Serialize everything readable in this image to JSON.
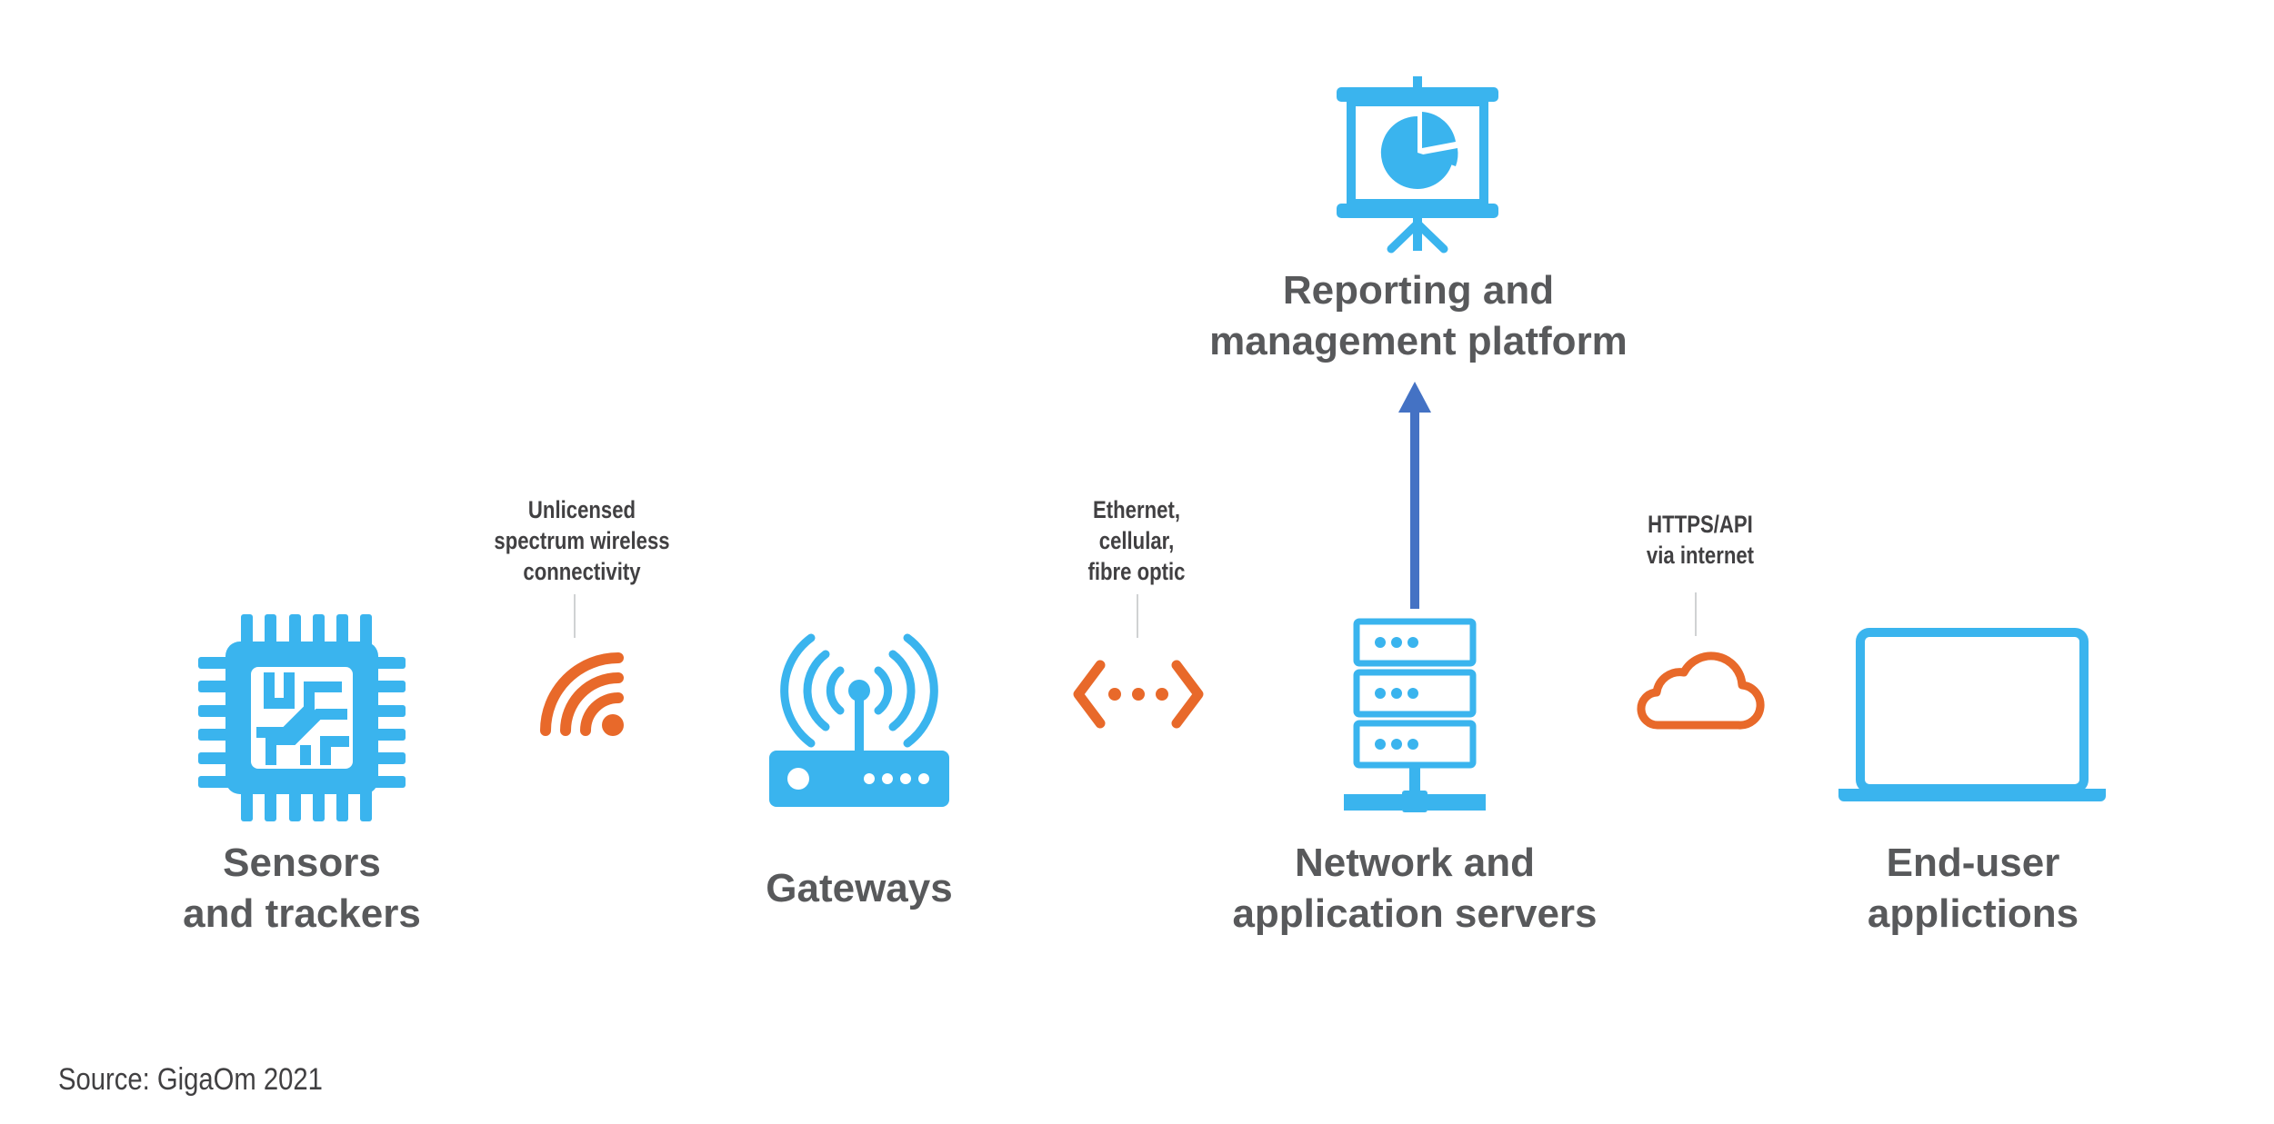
{
  "colors": {
    "icon_blue": "#3ab4ee",
    "connector_orange": "#e8692a",
    "arrow_blue": "#4472c4",
    "label_gray": "#58595b",
    "tick_gray": "#d0d2d3"
  },
  "nodes": {
    "sensors": {
      "icon": "chip-icon",
      "label_line1": "Sensors",
      "label_line2": "and trackers"
    },
    "gateways": {
      "icon": "router-antenna-icon",
      "label_line1": "Gateways"
    },
    "servers": {
      "icon": "server-rack-icon",
      "label_line1": "Network and",
      "label_line2": "application servers"
    },
    "enduser": {
      "icon": "laptop-icon",
      "label_line1": "End-user",
      "label_line2": "applictions"
    },
    "reporting": {
      "icon": "presentation-board-pie-chart-icon",
      "label_line1": "Reporting and",
      "label_line2": "management platform"
    }
  },
  "connectors": {
    "wireless": {
      "icon": "wifi-signal-icon",
      "line1": "Unlicensed",
      "line2": "spectrum wireless",
      "line3": "connectivity"
    },
    "wired": {
      "icon": "code-arrows-icon",
      "line1": "Ethernet,",
      "line2": "cellular,",
      "line3": "fibre optic"
    },
    "internet": {
      "icon": "cloud-icon",
      "line1": "HTTPS/API",
      "line2": "via internet"
    },
    "upward": {
      "icon": "arrow-up-icon"
    }
  },
  "source": "Source: GigaOm 2021"
}
